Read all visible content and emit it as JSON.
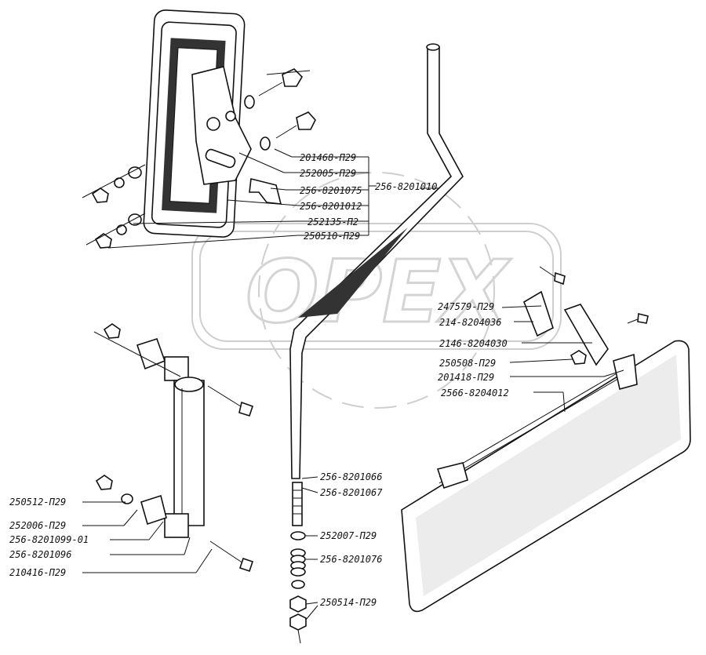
{
  "watermark": "OPEX",
  "labels": {
    "l201468": "201468-П29",
    "l252005": "252005-П29",
    "l256_8201075": "256-8201075",
    "l256_8201010": "256-8201010",
    "l256_8201012": "256-8201012",
    "l252135": "252135-П2",
    "l250510": "250510-П29",
    "l247579": "247579-П29",
    "l214_8204036": "214-8204036",
    "l2146_8204030": "2146-8204030",
    "l250508": "250508-П29",
    "l201418": "201418-П29",
    "l2566_8204012": "2566-8204012",
    "l256_8201066": "256-8201066",
    "l256_8201067": "256-8201067",
    "l252007": "252007-П29",
    "l256_8201076": "256-8201076",
    "l250514": "250514-П29",
    "l250512": "250512-П29",
    "l252006": "252006-П29",
    "l256_8201099": "256-8201099-01",
    "l256_8201096": "256-8201096",
    "l210416": "210416-П29"
  }
}
